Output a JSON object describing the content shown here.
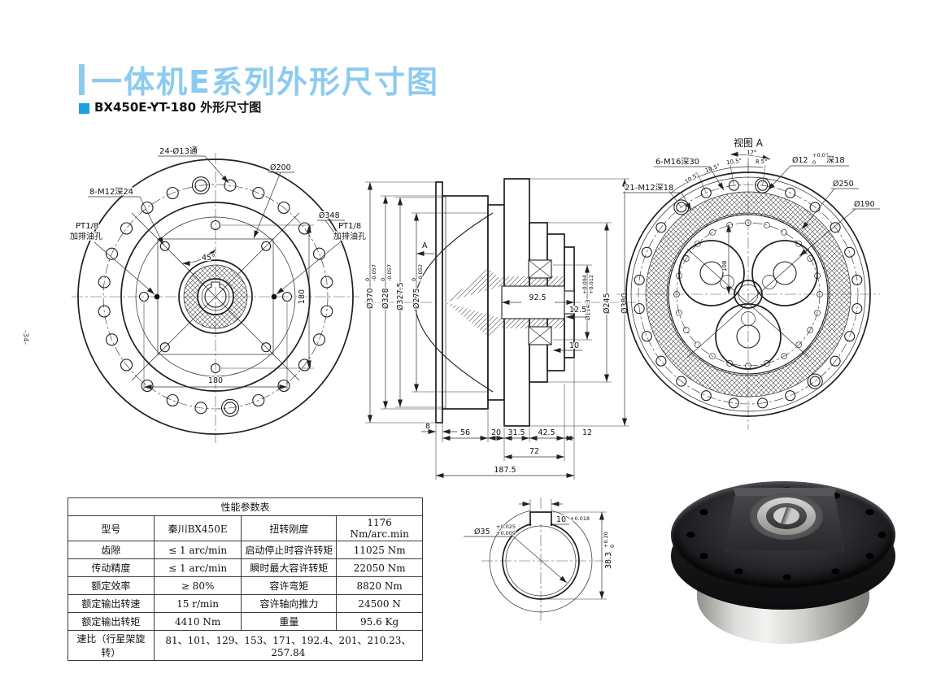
{
  "page": {
    "number": "-34-"
  },
  "header": {
    "title": "一体机E系列外形尺寸图",
    "subtitle": "BX450E-YT-180 外形尺寸图",
    "title_color": "#8ccbef",
    "accent_color": "#1d9fe3"
  },
  "left_view": {
    "callout_bolt24": "24-Ø13通",
    "callout_d200": "Ø200",
    "callout_m12": "8-M12深24",
    "callout_d348": "Ø348",
    "oil_port_line1": "PT1/8",
    "oil_port_line2": "加排油孔",
    "angle45": "45°",
    "dim180": "180"
  },
  "section_view": {
    "dia370": "Ø370",
    "zero": "0",
    "tol370": "-0.057",
    "dia328": "Ø328",
    "tol328": "-0.057",
    "dia327": "Ø327.5",
    "dia275": "Ø275",
    "tol275": "-0.052",
    "view_arrow": "A",
    "dim92": "92.5",
    "dim12_5": "12.5",
    "dia114": "Ø114.3",
    "tol114_hi": "+0.094",
    "tol114_lo": "+0.012",
    "dia245": "Ø245",
    "dia380": "Ø380",
    "dim10": "10",
    "dim8": "8",
    "dim56": "56",
    "dim20": "20",
    "dim31": "31.5",
    "dim42": "42.5",
    "dim12": "12",
    "dim72": "72",
    "dim187": "187.5"
  },
  "view_a": {
    "title": "视图 A",
    "angle17": "17°",
    "callout_m16": "6-M16深30",
    "angle105": "10.5°",
    "angle85": "8.5°",
    "callout_d12": "Ø12",
    "d12_hi": "+0.03",
    "d12_lo": "0",
    "d12_depth": "深18",
    "callout_d250": "Ø250",
    "callout_d190": "Ø190",
    "callout_m12": "21-M12深18",
    "dim108": "108"
  },
  "shaft_detail": {
    "bore": "Ø35",
    "bore_hi": "+0.025",
    "bore_lo": "+0.009",
    "key_width": "10",
    "key_tol": "+0.018",
    "key_height": "38.3",
    "kh_hi": "+0.20",
    "kh_lo": "0"
  },
  "table": {
    "title": "性能参数表",
    "rows": [
      [
        "型号",
        "秦川BX450E",
        "扭转刚度",
        "1176 Nm/arc.min"
      ],
      [
        "齿隙",
        "≤ 1 arc/min",
        "启动停止时容许转矩",
        "11025 Nm"
      ],
      [
        "传动精度",
        "≤ 1 arc/min",
        "瞬时最大容许转矩",
        "22050 Nm"
      ],
      [
        "额定效率",
        "≥ 80%",
        "容许弯矩",
        "8820 Nm"
      ],
      [
        "额定输出转速",
        "15 r/min",
        "容许轴向推力",
        "24500 N"
      ],
      [
        "额定输出转矩",
        "4410 Nm",
        "重量",
        "95.6 Kg"
      ]
    ],
    "ratio_label": "速比（行星架旋转）",
    "ratio_values": "81、101、129、153、171、192.4、201、210.23、257.84"
  }
}
